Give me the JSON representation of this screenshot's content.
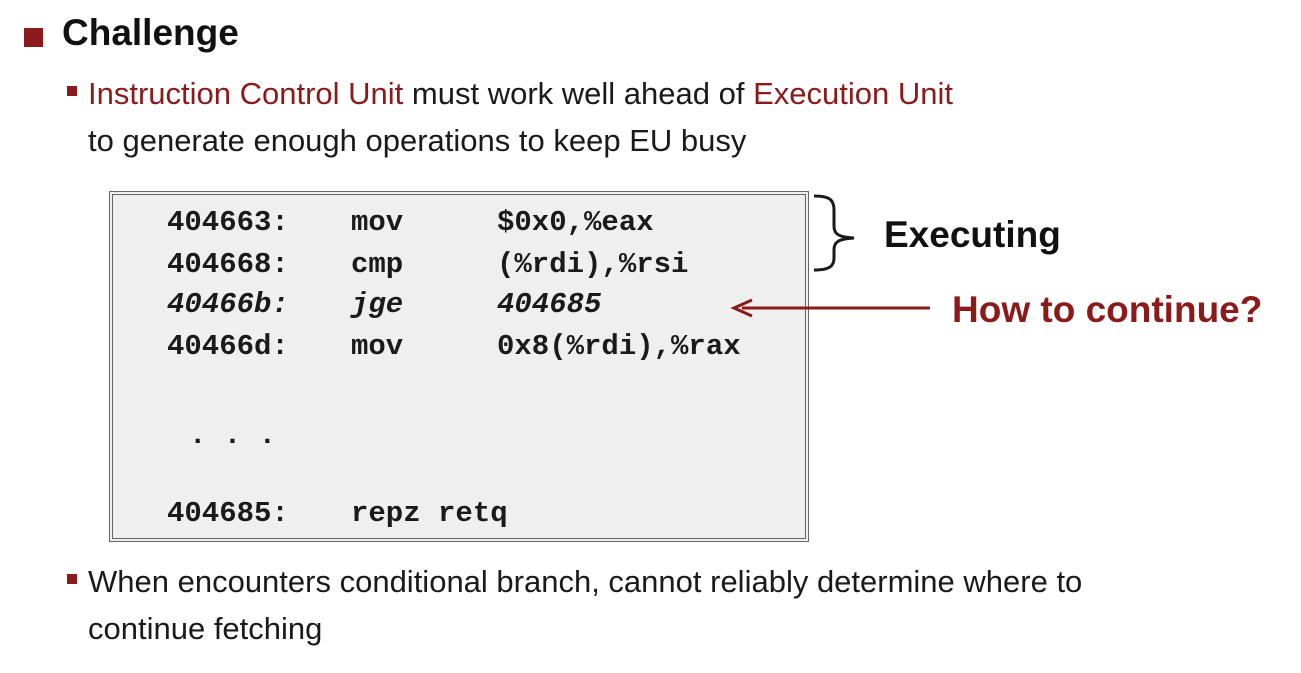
{
  "heading": "Challenge",
  "bullet1": {
    "line1_part1": "Instruction Control Unit",
    "line1_part2": " must work well ahead of ",
    "line1_part3": "Execution Unit",
    "line2": "to generate enough operations to keep EU busy"
  },
  "code": {
    "rows": [
      {
        "addr": "404663:",
        "op": "mov",
        "arg": "$0x0,%eax"
      },
      {
        "addr": "404668:",
        "op": "cmp",
        "arg": "(%rdi),%rsi"
      },
      {
        "addr": "40466b:",
        "op": "jge",
        "arg": "404685"
      },
      {
        "addr": "40466d:",
        "op": "mov",
        "arg": "0x8(%rdi),%rax"
      }
    ],
    "ellipsis": ". . .",
    "last": {
      "addr": "404685:",
      "op": "repz retq"
    }
  },
  "labels": {
    "executing": "Executing",
    "how_to_continue": "How to continue?"
  },
  "bullet2": {
    "line1": "When encounters conditional branch, cannot reliably determine where to",
    "line2": "continue fetching"
  },
  "colors": {
    "accent": "#8b1a1a",
    "text": "#1a1a1a",
    "code_bg": "#efefef",
    "code_border": "#666666"
  }
}
